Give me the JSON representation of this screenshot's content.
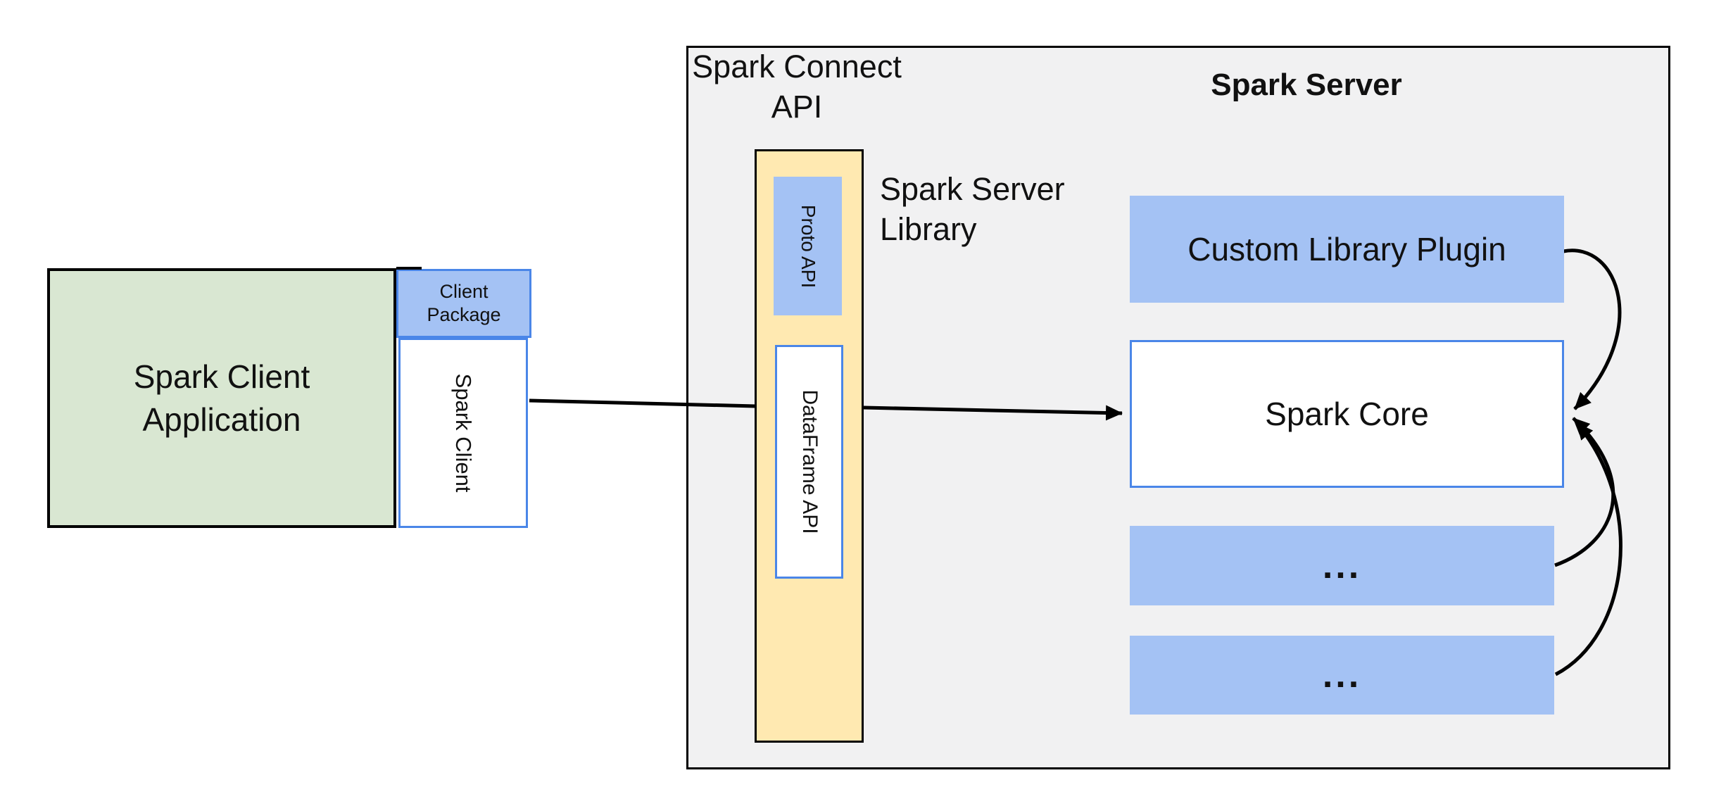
{
  "colors": {
    "canvas_bg": "#ffffff",
    "server_panel_bg": "#f1f1f2",
    "green_fill": "#d9e7d2",
    "blue_fill": "#a4c2f4",
    "blue_border": "#4a86e8",
    "yellow_fill": "#ffe9b1",
    "text": "#111111",
    "arrow": "#000000"
  },
  "titles": {
    "spark_connect_api": "Spark Connect\nAPI",
    "spark_server": "Spark Server",
    "spark_server_library": "Spark Server\nLibrary"
  },
  "client": {
    "application_label": "Spark Client\nApplication",
    "package_label": "Client\nPackage",
    "spark_client_label": "Spark Client"
  },
  "connect_api": {
    "proto_api_label": "Proto API",
    "dataframe_api_label": "DataFrame API"
  },
  "server": {
    "custom_library_plugin_label": "Custom Library Plugin",
    "spark_core_label": "Spark Core",
    "plugin_placeholder_1": "...",
    "plugin_placeholder_2": "..."
  }
}
